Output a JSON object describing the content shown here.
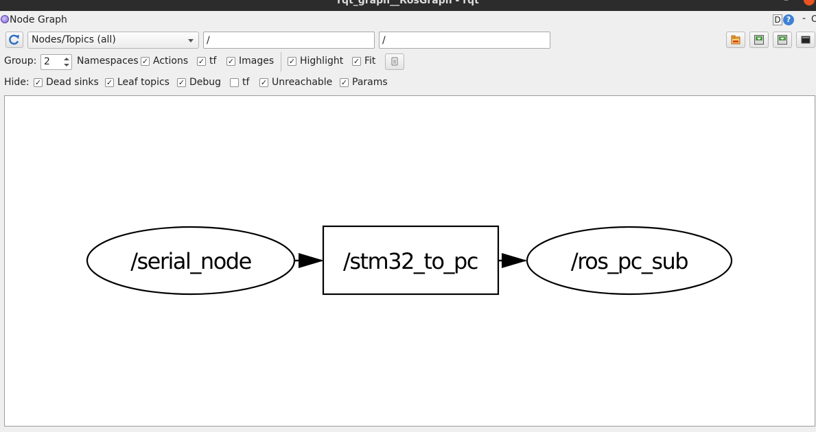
{
  "window": {
    "title": "rqt_graph__RosGraph - rqt"
  },
  "plugin": {
    "title": "Node Graph",
    "dock_label": "D",
    "help_label": "?",
    "minimize_label": "-",
    "close_label": "O"
  },
  "toolbar": {
    "refresh_icon": "refresh-icon",
    "mode_value": "Nodes/Topics (all)",
    "node_filter": "/",
    "topic_filter": "/",
    "buttons": [
      {
        "name": "load-dot-button",
        "icon": "folder-open-icon"
      },
      {
        "name": "save-dot-button",
        "icon": "save-icon"
      },
      {
        "name": "save-svg-button",
        "icon": "save-as-image-icon"
      },
      {
        "name": "save-image-button",
        "icon": "screenshot-icon"
      }
    ]
  },
  "options": {
    "group_label": "Group:",
    "group_value": "2",
    "namespaces_label": "Namespaces",
    "actions_label": "Actions",
    "actions_checked": true,
    "tf_label": "tf",
    "tf_checked": true,
    "images_label": "Images",
    "images_checked": true,
    "highlight_label": "Highlight",
    "highlight_checked": true,
    "fit_label": "Fit",
    "fit_checked": true,
    "fit_button_icon": "fit-in-view-icon"
  },
  "hide": {
    "label": "Hide:",
    "items": [
      {
        "label": "Dead sinks",
        "checked": true
      },
      {
        "label": "Leaf topics",
        "checked": true
      },
      {
        "label": "Debug",
        "checked": true
      },
      {
        "label": "tf",
        "checked": false
      },
      {
        "label": "Unreachable",
        "checked": true
      },
      {
        "label": "Params",
        "checked": true
      }
    ]
  },
  "graph": {
    "nodes": [
      {
        "id": "serial_node",
        "label": "/serial_node",
        "kind": "node"
      },
      {
        "id": "stm32_to_pc",
        "label": "/stm32_to_pc",
        "kind": "topic"
      },
      {
        "id": "ros_pc_sub",
        "label": "/ros_pc_sub",
        "kind": "node"
      }
    ],
    "edges": [
      {
        "from": "serial_node",
        "to": "stm32_to_pc"
      },
      {
        "from": "stm32_to_pc",
        "to": "ros_pc_sub"
      }
    ]
  },
  "colors": {
    "accent": "#3d82d6",
    "close": "#e95420",
    "titlebar": "#2c2c2c"
  }
}
